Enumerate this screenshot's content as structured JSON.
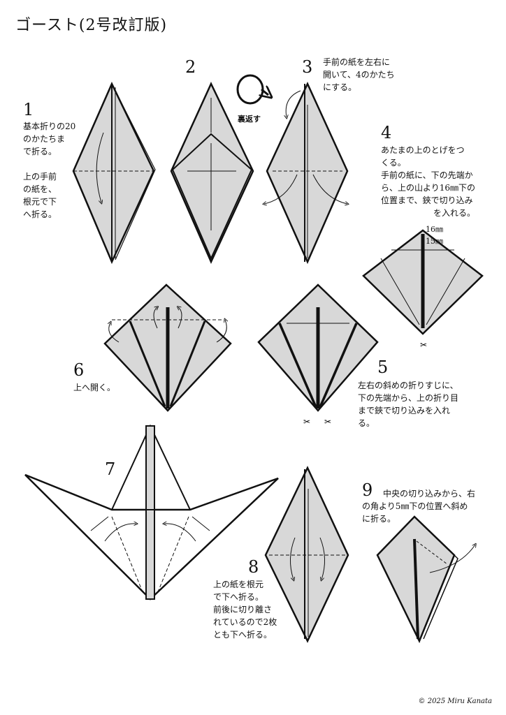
{
  "title": "ゴースト(2号改訂版)",
  "copyright": "© 2025 Miru Kanata",
  "flip_label": "裏返す",
  "measure_16": "16㎜",
  "measure_15": "15㎜",
  "steps": [
    {
      "num": "1",
      "lines": [
        "基本折りの20",
        "のかたちま",
        "で折る。",
        "",
        "上の手前",
        "の紙を、",
        "根元で下",
        "へ折る。"
      ]
    },
    {
      "num": "2",
      "lines": []
    },
    {
      "num": "3",
      "lines": [
        "手前の紙を左右に",
        "開いて、4のかたち",
        "にする。"
      ]
    },
    {
      "num": "4",
      "lines": [
        "あたまの上のとげをつ",
        "くる。",
        "手前の紙に、下の先端か",
        "ら、上の山より16㎜下の",
        "位置まで、鋏で切り込み",
        "を入れる。"
      ]
    },
    {
      "num": "5",
      "lines": [
        "左右の斜めの折りすじに、",
        "下の先端から、上の折り目",
        "まで鋏で切り込みを入れ",
        "る。"
      ]
    },
    {
      "num": "6",
      "lines": [
        "上へ開く。"
      ]
    },
    {
      "num": "7",
      "lines": []
    },
    {
      "num": "8",
      "lines": [
        "上の紙を根元",
        "で下へ折る。",
        "前後に切り離さ",
        "れているので2枚",
        "とも下へ折る。"
      ]
    },
    {
      "num": "9",
      "lines": [
        "中央の切り込みから、右",
        "の角より5㎜下の位置へ斜め",
        "に折る。"
      ]
    }
  ]
}
